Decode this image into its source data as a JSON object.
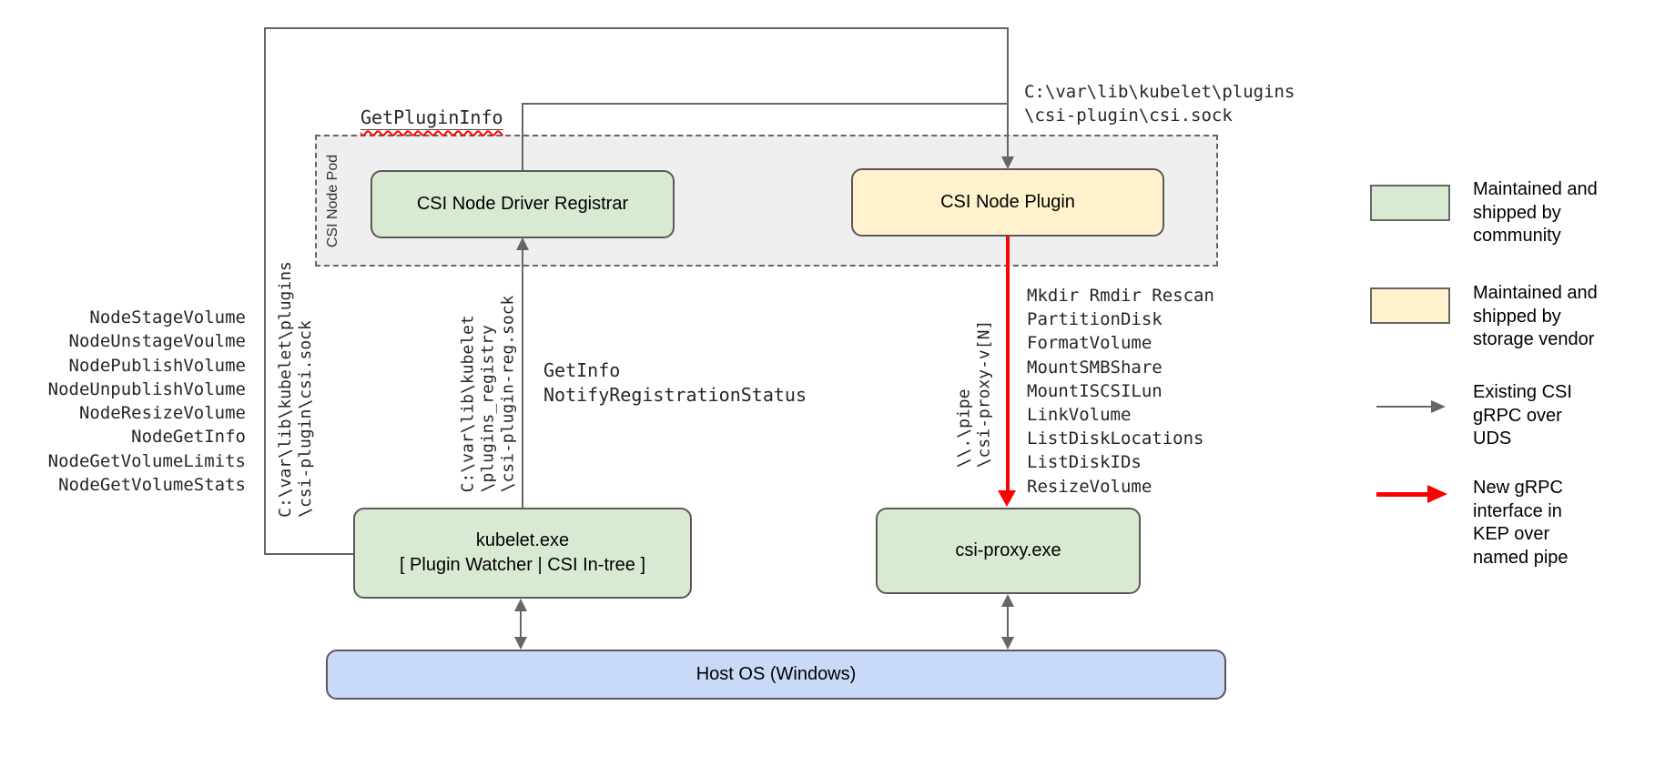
{
  "pod": {
    "label": "CSI Node Pod"
  },
  "boxes": {
    "registrar": {
      "label": "CSI Node Driver Registrar"
    },
    "plugin": {
      "label": "CSI Node Plugin"
    },
    "kubelet": {
      "line1": "kubelet.exe",
      "line2": "[ Plugin Watcher | CSI In-tree ]"
    },
    "csi_proxy": {
      "label": "csi-proxy.exe"
    },
    "host_os": {
      "label": "Host OS (Windows)"
    }
  },
  "path_labels": {
    "get_plugin_info": "GetPluginInfo",
    "csi_sock_horizontal": "C:\\var\\lib\\kubelet\\plugins\n\\csi-plugin\\csi.sock",
    "csi_sock_vertical": "C:\\var\\lib\\kubelet\\plugins\n\\csi-plugin\\csi.sock",
    "registration_sock_vertical": "C:\\var\\lib\\kubelet\n\\plugins_registry\n\\csi-plugin-reg.sock",
    "kubelet_registrar_calls": "GetInfo\nNotifyRegistrationStatus",
    "named_pipe_vertical": "\\\\.\\pipe\n\\csi-proxy-v[N]"
  },
  "node_plugin_calls": [
    "NodeStageVolume",
    "NodeUnstageVoulme",
    "NodePublishVolume",
    "NodeUnpublishVolume",
    "NodeResizeVolume",
    "NodeGetInfo",
    "NodeGetVolumeLimits",
    "NodeGetVolumeStats"
  ],
  "csi_proxy_calls": [
    "Mkdir Rmdir Rescan",
    "PartitionDisk",
    "FormatVolume",
    "MountSMBShare",
    "MountISCSILun",
    "LinkVolume",
    "ListDiskLocations",
    "ListDiskIDs",
    "ResizeVolume"
  ],
  "legend": {
    "community": "Maintained and\nshipped by\ncommunity",
    "vendor": "Maintained and\nshipped by\nstorage vendor",
    "uds": "Existing CSI\ngRPC over\nUDS",
    "pipe": "New gRPC\ninterface in\nKEP over\nnamed pipe"
  },
  "colors": {
    "community_fill": "#d9ead3",
    "vendor_fill": "#fff2cc",
    "os_fill": "#c9daf8",
    "pod_fill": "#efefef",
    "line": "#666666",
    "border": "#595959",
    "new_interface": "#ff0000",
    "squiggle": "#ff0000"
  }
}
